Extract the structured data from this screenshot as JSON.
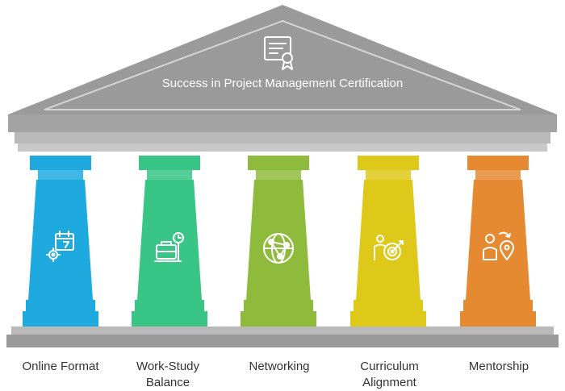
{
  "title": "Success in Project Management Certification",
  "pillars": [
    {
      "label": "Online Format",
      "icon": "calendar-gear-icon",
      "color": "#1eaadf"
    },
    {
      "label": "Work-Study Balance",
      "icon": "briefcase-clock-icon",
      "color": "#38c585"
    },
    {
      "label": "Networking",
      "icon": "network-globe-icon",
      "color": "#8fbb3c"
    },
    {
      "label": "Curriculum Alignment",
      "icon": "target-person-icon",
      "color": "#dec91a"
    },
    {
      "label": "Mentorship",
      "icon": "person-location-icon",
      "color": "#e58a30"
    }
  ],
  "colors": {
    "stone": "#9e9e9e",
    "stone_light": "#b9b9b9",
    "stone_dark": "#8a8a8a"
  }
}
